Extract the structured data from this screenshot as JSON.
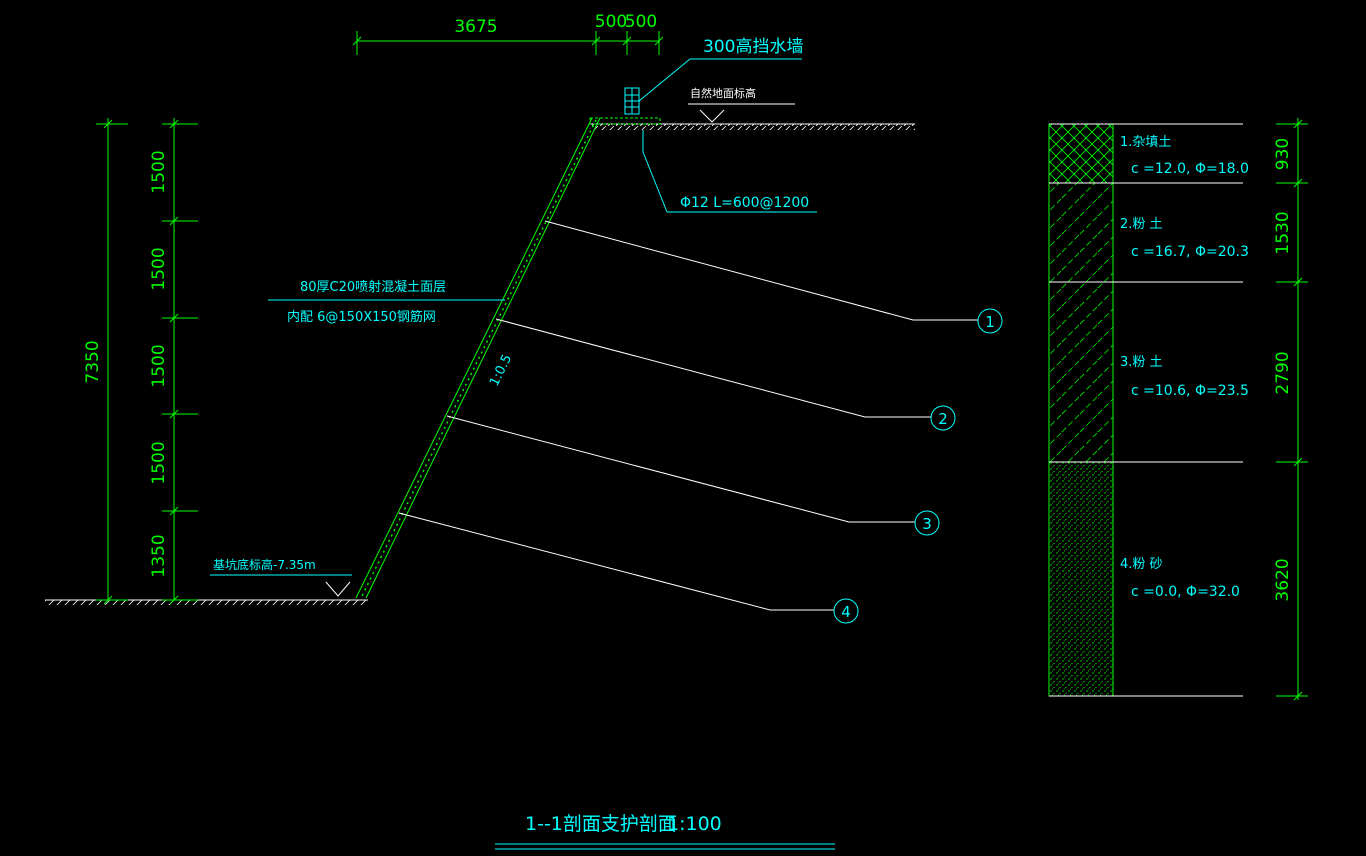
{
  "title": {
    "text": "1--1剖面支护剖面",
    "scale": "1:100"
  },
  "top_dims": [
    "3675",
    "500",
    "500"
  ],
  "labels": {
    "wall": "300高挡水墙",
    "natural_ground": "自然地面标高",
    "anchor": "Φ12 L=600@1200",
    "surface_line1": "80厚C20喷射混凝土面层",
    "surface_line2": "内配   6@150X150钢筋网",
    "slope": "1:0.5",
    "pit_bottom": "基坑底标高-7.35m"
  },
  "left_dims": {
    "total": "7350",
    "segments": [
      "1500",
      "1500",
      "1500",
      "1500",
      "1350"
    ]
  },
  "nails": [
    "1",
    "2",
    "3",
    "4"
  ],
  "soil_layers": [
    {
      "name": "1.杂填土",
      "params": "c =12.0, Φ=18.0",
      "thickness": "930",
      "pattern": "cross"
    },
    {
      "name": "2.粉    土",
      "params": "c =16.7, Φ=20.3",
      "thickness": "1530",
      "pattern": "hatch"
    },
    {
      "name": "3.粉    土",
      "params": "c =10.6, Φ=23.5",
      "thickness": "2790",
      "pattern": "hatch"
    },
    {
      "name": "4.粉      砂",
      "params": "c =0.0, Φ=32.0",
      "thickness": "3620",
      "pattern": "dots"
    }
  ],
  "colors": {
    "background": "#000000",
    "dimension": "#00ff00",
    "annotation": "#00ffff",
    "nail": "#ffffff"
  }
}
